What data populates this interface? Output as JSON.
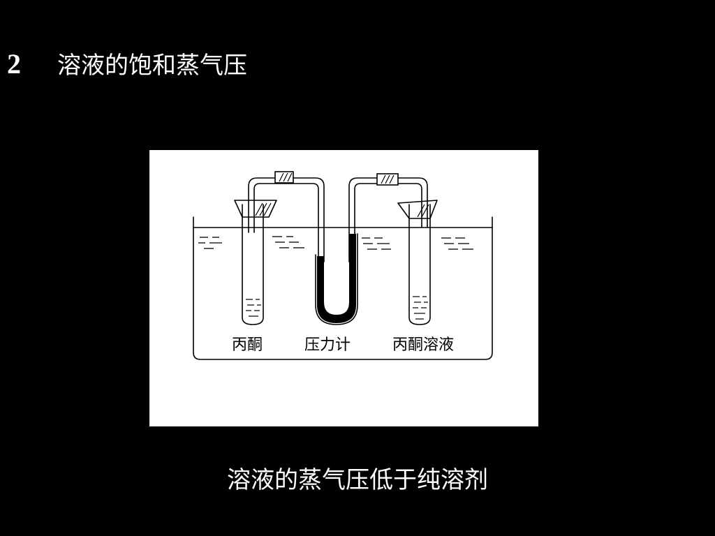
{
  "slide": {
    "number": "2",
    "title": "溶液的饱和蒸气压",
    "caption": "溶液的蒸气压低于纯溶剂"
  },
  "diagram": {
    "labels": {
      "left_tube": "丙酮",
      "manometer": "压力计",
      "right_tube": "丙酮溶液"
    }
  },
  "colors": {
    "background": "#000000",
    "text": "#ffffff",
    "figure_bg": "#ffffff",
    "ink": "#000000"
  }
}
